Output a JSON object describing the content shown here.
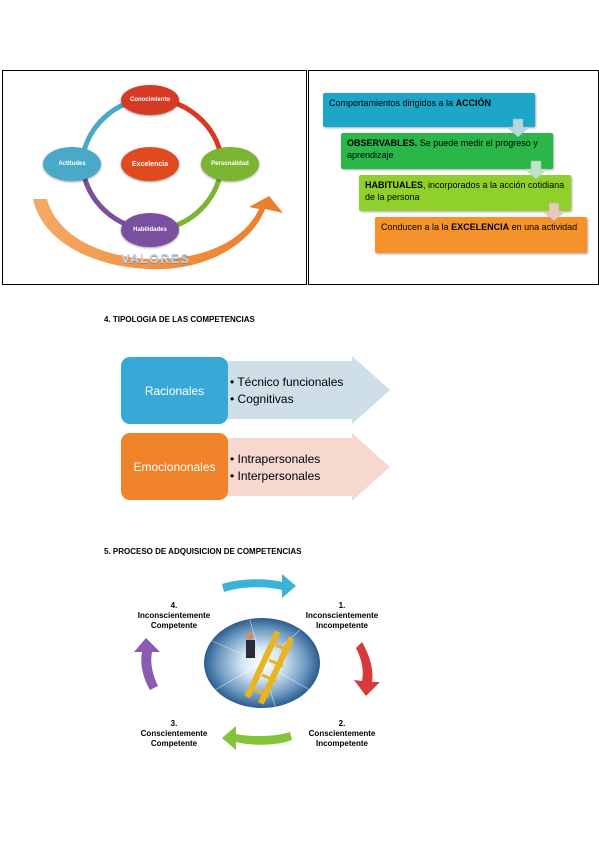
{
  "cycle": {
    "center": "Excelencia",
    "top": "Conocimiento",
    "left": "Actitudes",
    "right": "Personalidad",
    "bottom": "Habilidades",
    "banner": "VALORES"
  },
  "stairs": [
    {
      "text": "Comportamientos dirigidos a la ",
      "bold": "ACCIÓN"
    },
    {
      "bold": "OBSERVABLES.",
      "text": " Se puede medir el progreso y aprendizaje"
    },
    {
      "bold": "HABITUALES",
      "text": ", incorporados a la acción cotidiana de la persona"
    },
    {
      "text": "Conducen a la la ",
      "bold": "EXCELENCIA",
      "text2": " en una actividad"
    }
  ],
  "section4": {
    "heading": "4.   TIPOLOGIA DE LAS COMPETENCIAS",
    "rows": [
      {
        "label": "Racionales",
        "items": [
          "• Técnico funcionales",
          "• Cognitivas"
        ]
      },
      {
        "label": "Emociononales",
        "items": [
          "• Intrapersonales",
          "• Interpersonales"
        ]
      }
    ]
  },
  "section5": {
    "heading": "5.   PROCESO DE ADQUISICION DE COMPETENCIAS",
    "stages": [
      {
        "num": "1.",
        "line1": "Inconscientemente",
        "line2": "Incompetente"
      },
      {
        "num": "2.",
        "line1": "Conscientemente",
        "line2": "Incompetente"
      },
      {
        "num": "3.",
        "line1": "Conscientemente",
        "line2": "Competente"
      },
      {
        "num": "4.",
        "line1": "Inconscientemente",
        "line2": "Competente"
      }
    ]
  },
  "colors": {
    "red": "#d63a22",
    "green": "#7bb531",
    "purple": "#7a4fa0",
    "teal": "#4aa8c8",
    "orange": "#f08a24",
    "cyanStep": "#1ea6c9",
    "greenStep": "#2bb64a",
    "limeStep": "#8fd12a",
    "orangeStep": "#f5922a",
    "blueBox": "#38a9d6",
    "orangeBox": "#f0822a",
    "blueArrow": "#cfdfe8",
    "pinkArrow": "#f7d8cf"
  },
  "icons": [
    "cycle-arrow-icon",
    "process-arrow-icon"
  ]
}
